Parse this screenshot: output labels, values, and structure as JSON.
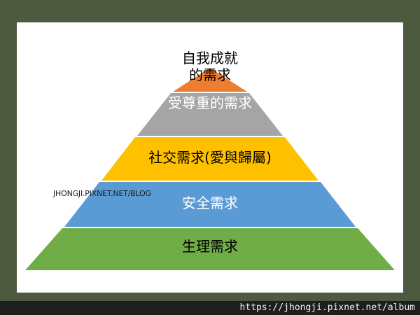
{
  "pyramid": {
    "levels": [
      {
        "label": "自我成就的需求",
        "color": "#ed7d31",
        "text_color": "#000000"
      },
      {
        "label": "受尊重的需求",
        "color": "#a5a5a5",
        "text_color": "#ffffff"
      },
      {
        "label": "社交需求(愛與歸屬)",
        "color": "#ffc000",
        "text_color": "#000000"
      },
      {
        "label": "安全需求",
        "color": "#5b9bd5",
        "text_color": "#ffffff"
      },
      {
        "label": "生理需求",
        "color": "#70ad47",
        "text_color": "#000000"
      }
    ]
  },
  "watermark": {
    "text": "JHONGJI.PIXNET.NET/BLOG"
  },
  "footer": {
    "url": "https://jhongji.pixnet.net/album"
  }
}
